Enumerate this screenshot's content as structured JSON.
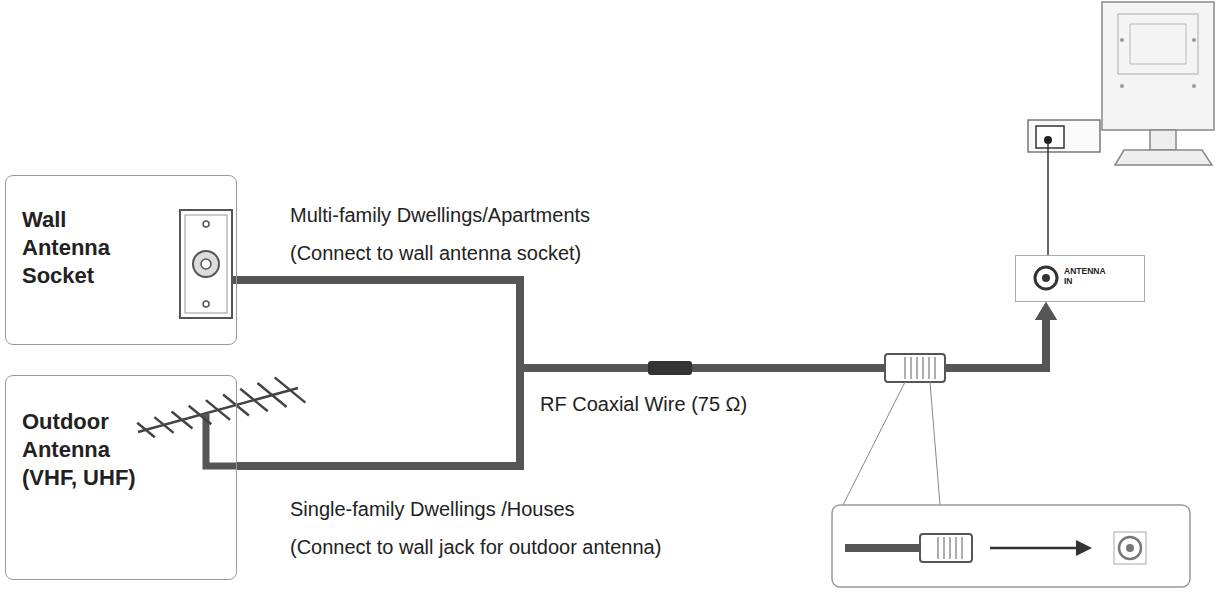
{
  "diagram": {
    "nodes": [
      {
        "text": [
          "Wall Antenna Socket"
        ]
      },
      {
        "text": [
          "Outdoor Antenna (VHF, UHF)"
        ]
      },
      {
        "text": [
          "ANTENNA IN"
        ]
      }
    ],
    "edges": [
      {
        "from": 0,
        "to": 2,
        "arrow": "to"
      },
      {
        "from": 1,
        "to": 2,
        "arrow": "to"
      }
    ],
    "labels": [
      "Multi-family Dwellings/Apartments",
      "(Connect to wall antenna socket)",
      "RF Coaxial Wire (75 Ω)",
      "Single-family Dwellings /Houses",
      "(Connect to wall jack for outdoor antenna)"
    ]
  }
}
